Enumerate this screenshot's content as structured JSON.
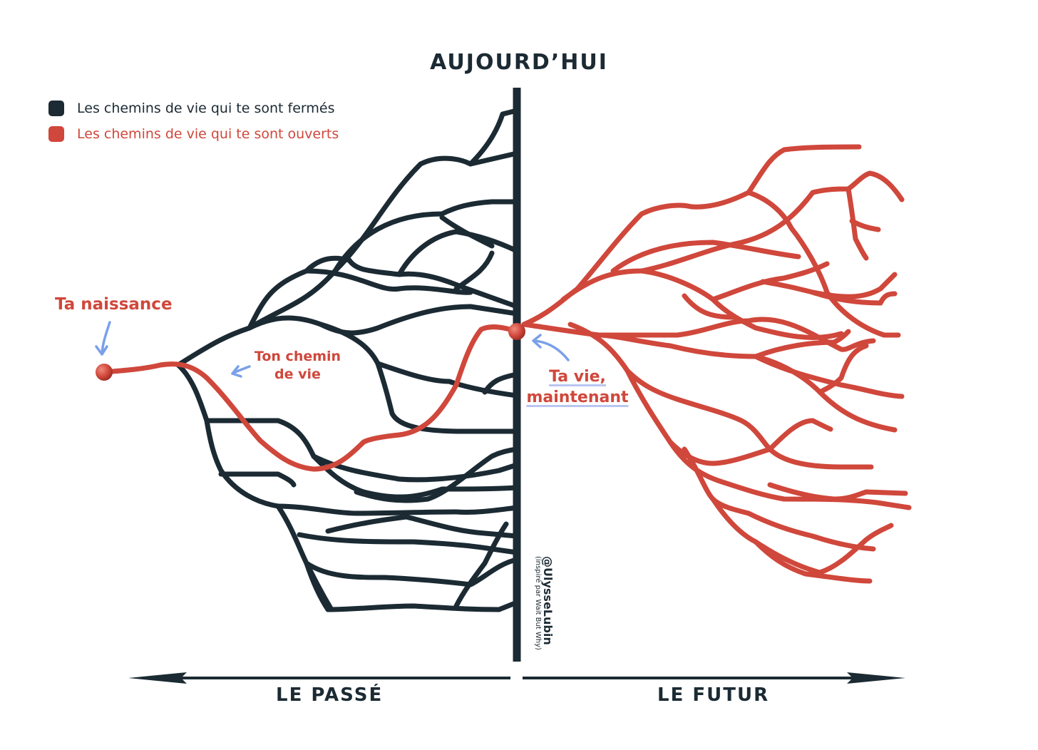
{
  "title": "AUJOURD’HUI",
  "legend": {
    "closed": "Les chemins de vie qui te sont fermés",
    "open": "Les chemins de vie qui te sont ouverts"
  },
  "labels": {
    "birth": "Ta naissance",
    "path_line1": "Ton chemin",
    "path_line2": "de vie",
    "now_line1": "Ta vie,",
    "now_line2": "maintenant"
  },
  "axis": {
    "past": "LE PASSÉ",
    "future": "LE FUTUR"
  },
  "credit": {
    "author": "@UlysseLubin",
    "inspiration": "(inspiré par Wait But Why)"
  },
  "colors": {
    "closed": "#1b2a33",
    "open": "#d0473b",
    "pointer": "#7aa0e8"
  },
  "icons": {
    "birth_pointer": "arrow-down-icon",
    "path_pointer": "arrow-left-icon",
    "now_pointer": "arrow-curve-up-icon"
  }
}
